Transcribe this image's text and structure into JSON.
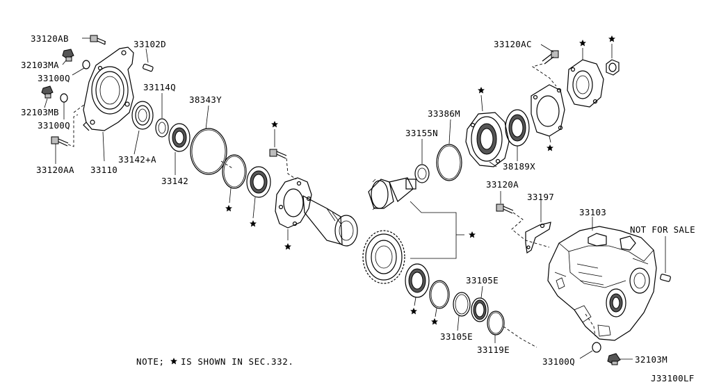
{
  "labels": {
    "p33120AB": "33120AB",
    "p32103MA": "32103MA",
    "p33100Q_a": "33100Q",
    "p32103MB": "32103MB",
    "p33100Q_b": "33100Q",
    "p33120AA": "33120AA",
    "p33110": "33110",
    "p33102D": "33102D",
    "p33114Q": "33114Q",
    "p33142A": "33142+A",
    "p33142": "33142",
    "p38343Y": "38343Y",
    "p33386M": "33386M",
    "p33155N": "33155N",
    "p33120AC": "33120AC",
    "p38189X": "38189X",
    "p33120A": "33120A",
    "p33197": "33197",
    "p33103": "33103",
    "not_for_sale": "NOT FOR SALE",
    "p33105E_a": "33105E",
    "p33105E_b": "33105E",
    "p33119E": "33119E",
    "p33100Q_c": "33100Q",
    "p32103M": "32103M"
  },
  "note": {
    "prefix": "NOTE;",
    "text": "IS SHOWN IN SEC.332."
  },
  "diagram_id": "J33100LF"
}
